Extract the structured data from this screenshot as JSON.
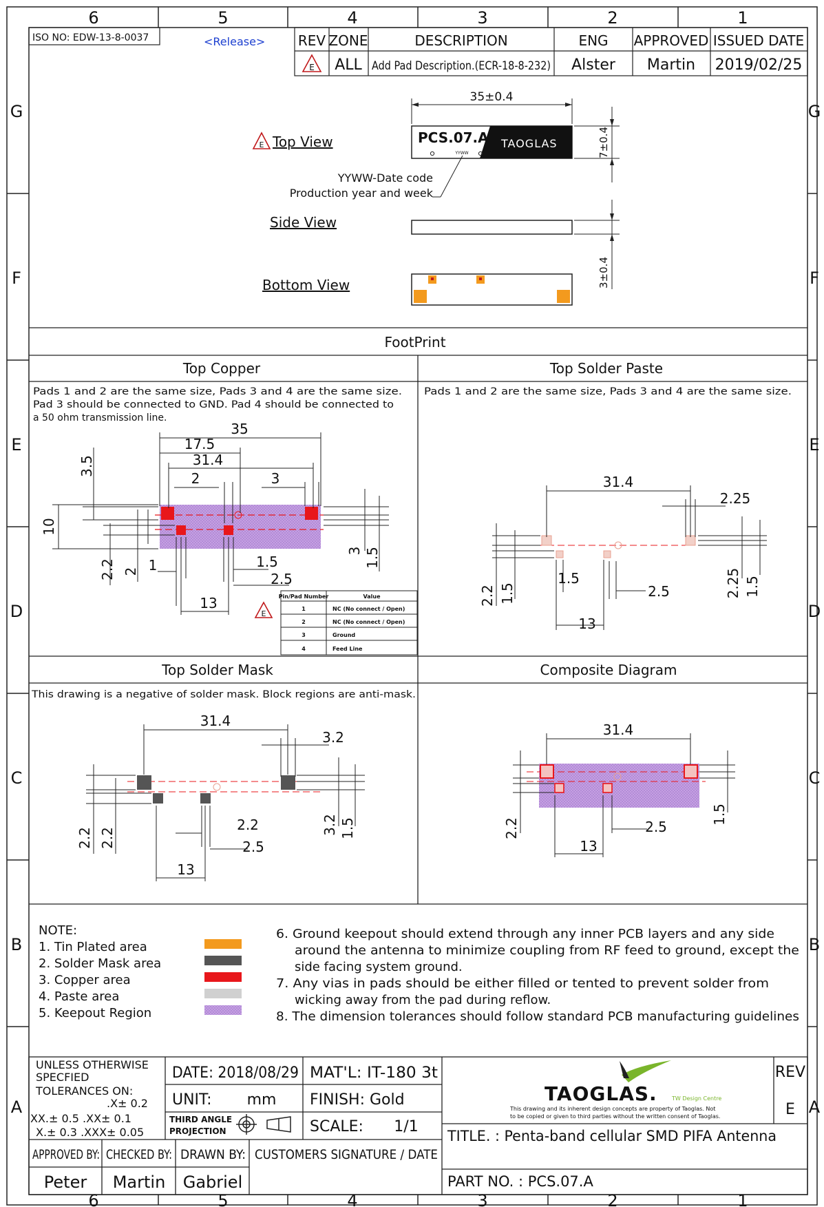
{
  "frame": {
    "columns": [
      "6",
      "5",
      "4",
      "3",
      "2",
      "1"
    ],
    "rows": [
      "G",
      "F",
      "E",
      "D",
      "C",
      "B",
      "A"
    ]
  },
  "header": {
    "iso_no": "ISO NO: EDW-13-8-0037",
    "release": "<Release>"
  },
  "revision_table": {
    "headers": {
      "rev": "REV",
      "zone": "ZONE",
      "description": "DESCRIPTION",
      "eng": "ENG",
      "approved": "APPROVED",
      "issued_date": "ISSUED DATE"
    },
    "row": {
      "rev": "E",
      "zone": "ALL",
      "description": "Add Pad Description.(ECR-18-8-232)",
      "eng": "Alster",
      "approved": "Martin",
      "issued_date": "2019/02/25"
    }
  },
  "views": {
    "top_view": "Top View",
    "side_view": "Side View",
    "bottom_view": "Bottom View",
    "rev_mark": "E",
    "part_label": "PCS.07.A",
    "brand_label": "TAOGLAS",
    "tiny_date_mark": "YYWW",
    "date_code_line1": "YYWW-Date code",
    "date_code_line2": "Production year and week",
    "dim_length": "35±0.4",
    "dim_width": "7±0.4",
    "dim_height": "3±0.4"
  },
  "footprint": {
    "title": "FootPrint",
    "top_copper": {
      "title": "Top Copper",
      "note_line1": "Pads 1 and 2 are the same size, Pads 3 and 4 are the same size.",
      "note_line2": "Pad 3 should be connected to GND. Pad 4 should be connected to",
      "note_line3": "a 50 ohm transmission line.",
      "dims": {
        "d35": "35",
        "d175": "17.5",
        "d314": "31.4",
        "d35b": "3.5",
        "d2": "2",
        "d3": "3",
        "d10": "10",
        "d22": "2.2",
        "d2b": "2",
        "d1": "1",
        "d15": "1.5",
        "d25": "2.5",
        "d3b": "3",
        "d15b": "1.5",
        "d13": "13"
      },
      "pin_table": {
        "headers": [
          "Pin/Pad Number",
          "Value"
        ],
        "rows": [
          [
            "1",
            "NC (No connect / Open)"
          ],
          [
            "2",
            "NC (No connect / Open)"
          ],
          [
            "3",
            "Ground"
          ],
          [
            "4",
            "Feed Line"
          ]
        ]
      }
    },
    "top_solder_paste": {
      "title": "Top Solder Paste",
      "note": "Pads 1 and 2 are the same size, Pads 3 and 4 are the same size.",
      "dims": {
        "d314": "31.4",
        "d225": "2.25",
        "d22": "2.2",
        "d15": "1.5",
        "d15b": "1.5",
        "d25": "2.5",
        "d13": "13",
        "d225b": "2.25",
        "d15c": "1.5"
      }
    },
    "top_solder_mask": {
      "title": "Top Solder Mask",
      "note": "This drawing is a negative of solder mask. Block regions are anti-mask.",
      "dims": {
        "d314": "31.4",
        "d32": "3.2",
        "d22": "2.2",
        "d22b": "2.2",
        "d22c": "2.2",
        "d25": "2.5",
        "d13": "13",
        "d32b": "3.2",
        "d15": "1.5"
      }
    },
    "composite": {
      "title": "Composite Diagram",
      "dims": {
        "d314": "31.4",
        "d22": "2.2",
        "d25": "2.5",
        "d13": "13",
        "d15": "1.5"
      }
    }
  },
  "notes": {
    "heading": "NOTE:",
    "legend": [
      {
        "label": "1.  Tin Plated area",
        "color": "#f39a1e"
      },
      {
        "label": "2.  Solder Mask area",
        "color": "#555555"
      },
      {
        "label": "3.  Copper area",
        "color": "#e8171b"
      },
      {
        "label": "4.  Paste area",
        "color": "#d0d0d0"
      },
      {
        "label": "5.  Keepout Region",
        "color": "#c9a3e4"
      }
    ],
    "n6_l1": "6.  Ground keepout should extend through any inner PCB layers and any side",
    "n6_l2": "around the antenna to minimize coupling from RF feed to ground, except the",
    "n6_l3": "side facing system ground.",
    "n7_l1": "7.  Any vias in pads should be either filled or tented to prevent solder from",
    "n7_l2": "wicking away from the pad during reflow.",
    "n8_l1": "8.  The dimension tolerances should follow standard PCB manufacturing guidelines"
  },
  "title_block": {
    "tol_l1": "UNLESS OTHERWISE",
    "tol_l2": "SPECFIED",
    "tol_l3": "TOLERANCES ON:",
    "tol_l4": ".X± 0.2",
    "tol_l5": "XX.± 0.5  .XX± 0.1",
    "tol_l6": "X.± 0.3 .XXX± 0.05",
    "date": "DATE: 2018/08/29",
    "matl": "MAT'L: IT-180 3t",
    "unit_label": "UNIT:",
    "unit_value": "mm",
    "finish": "FINISH: Gold",
    "projection_l1": "THIRD ANGLE",
    "projection_l2": "PROJECTION",
    "scale_label": "SCALE:",
    "scale_value": "1/1",
    "company": "TAOGLAS.",
    "design_centre": "TW Design Centre",
    "disclaimer_l1": "This drawing and its inherent design concepts are property of Taoglas. Not",
    "disclaimer_l2": "to be copied or given to third parties without the written consent of Taoglas.",
    "rev_label": "REV",
    "rev_value": "E",
    "approved_by": "APPROVED BY:",
    "checked_by": "CHECKED BY:",
    "drawn_by": "DRAWN BY:",
    "customer_sig": "CUSTOMERS SIGNATURE / DATE",
    "approver": "Peter",
    "checker": "Martin",
    "drawer": "Gabriel",
    "title": "TITLE. : Penta-band cellular SMD PIFA Antenna",
    "part_no": "PART NO. : PCS.07.A"
  }
}
